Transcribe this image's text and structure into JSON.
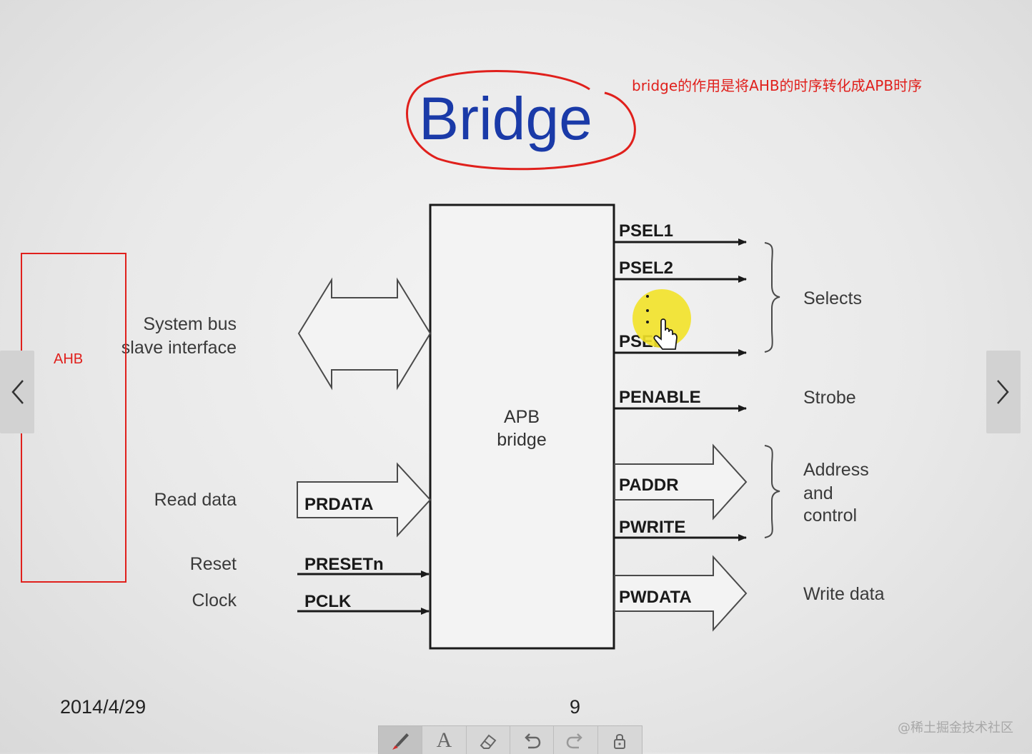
{
  "slide": {
    "title": "Bridge",
    "annotation": "bridge的作用是将AHB的时序转化成APB时序",
    "ahb_label": "AHB",
    "box_label_line1": "APB",
    "box_label_line2": "bridge",
    "date": "2014/4/29",
    "page_number": "9"
  },
  "left_labels": {
    "system_bus_line1": "System bus",
    "system_bus_line2": "slave interface",
    "read_data": "Read data",
    "reset": "Reset",
    "clock": "Clock"
  },
  "input_signals": {
    "prdata": "PRDATA",
    "presetn": "PRESETn",
    "pclk": "PCLK"
  },
  "output_signals": {
    "psel1": "PSEL1",
    "psel2": "PSEL2",
    "pseln": "PSEL",
    "penable": "PENABLE",
    "paddr": "PADDR",
    "pwrite": "PWRITE",
    "pwdata": "PWDATA"
  },
  "right_labels": {
    "selects": "Selects",
    "strobe": "Strobe",
    "address_line1": "Address",
    "address_line2": "and",
    "address_line3": "control",
    "write_data": "Write data"
  },
  "watermark": "@稀土掘金技术社区",
  "toolbar": {
    "tools": [
      "pen-icon",
      "text-icon",
      "eraser-icon",
      "undo-icon",
      "redo-icon",
      "lock-icon"
    ],
    "text_tool_glyph": "A"
  },
  "colors": {
    "title_blue": "#1a3aa8",
    "annotation_red": "#e0201c",
    "pointer_yellow": "#f2e228"
  }
}
